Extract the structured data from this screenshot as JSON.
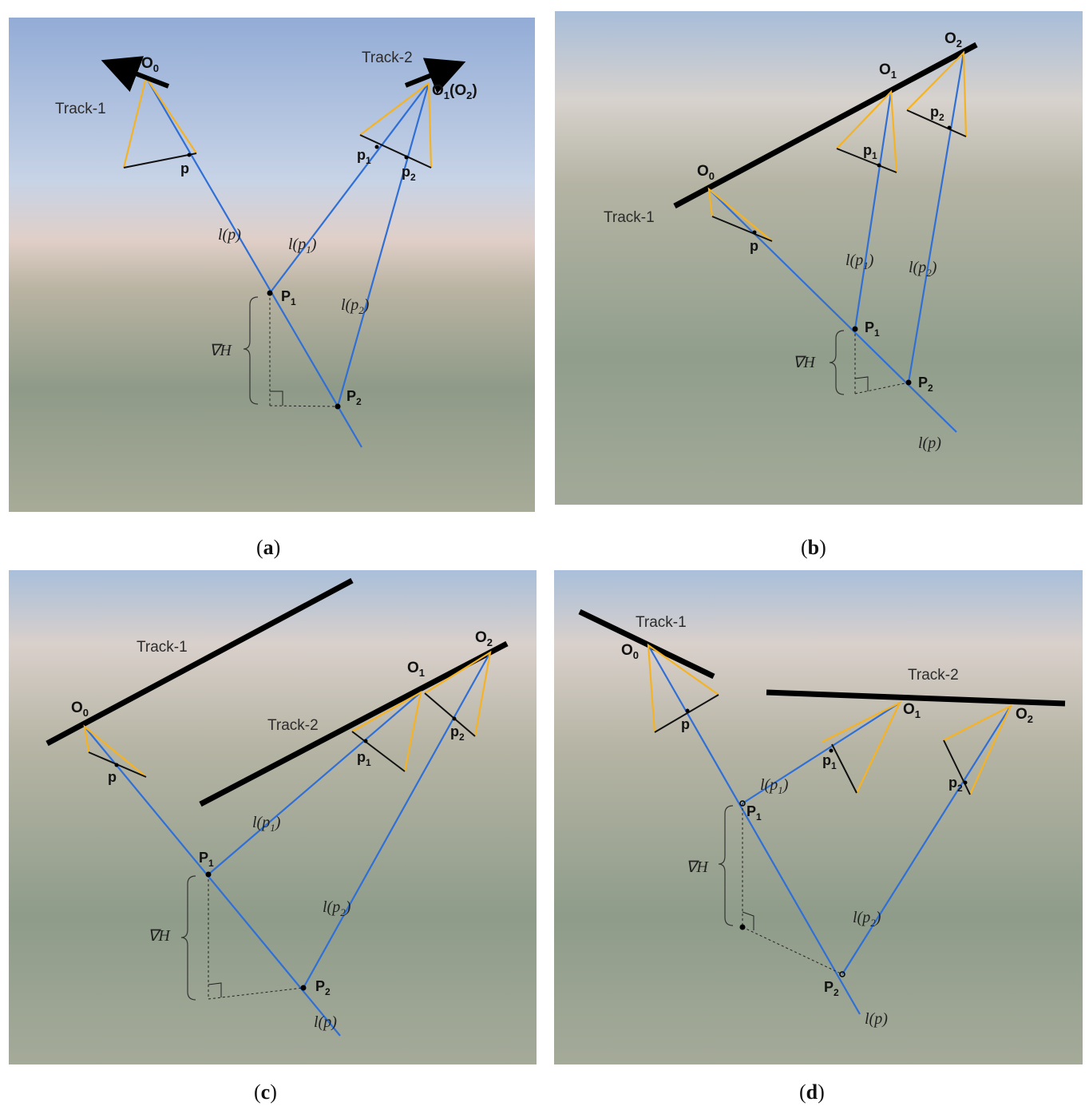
{
  "panels": {
    "a": {
      "caption_letter": "a",
      "track1": "Track-1",
      "track2": "Track-2",
      "O0": "O",
      "O0_sub": "0",
      "O1": "O",
      "O1_sub": "1",
      "O1_paren": "(O",
      "O2_sub": "2",
      "O1_close": ")",
      "p": "p",
      "p1": "p",
      "p1_sub": "1",
      "p2": "p",
      "p2_sub": "2",
      "P1": "P",
      "P1_sub": "1",
      "P2": "P",
      "P2_sub": "2",
      "lp": "l(p)",
      "lp1": "l(p",
      "lp1_sub": "1",
      "lp2": "l(p",
      "lp2_sub": "2",
      "close": ")",
      "gradH": "∇H"
    },
    "b": {
      "caption_letter": "b",
      "track1": "Track-1",
      "O0_sub": "0",
      "O1_sub": "1",
      "O2_sub": "2"
    },
    "c": {
      "caption_letter": "c",
      "track1": "Track-1",
      "track2": "Track-2"
    },
    "d": {
      "caption_letter": "d",
      "track1": "Track-1",
      "track2": "Track-2"
    }
  },
  "colors": {
    "sky_top": "#8fa9d3",
    "horizon": "#d9c7bf",
    "terrain": "#8e9b86",
    "ray": "#2f6fd6",
    "frustum": "#f5b324",
    "track": "#000000"
  }
}
